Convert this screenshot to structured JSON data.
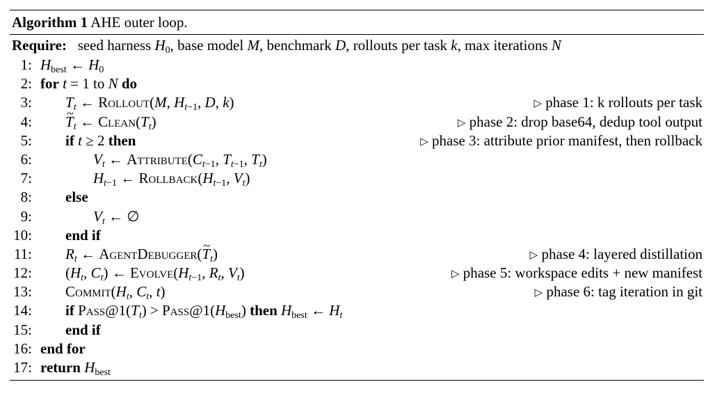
{
  "algorithm": {
    "label": "Algorithm 1",
    "title": "AHE outer loop.",
    "require_kw": "Require:",
    "require_text": "seed harness H0, base model M, benchmark D, rollouts per task k, max iterations N"
  },
  "lines": [
    {
      "num": "1:"
    },
    {
      "num": "2:"
    },
    {
      "num": "3:",
      "comment": "phase 1: k rollouts per task"
    },
    {
      "num": "4:",
      "comment": "phase 2: drop base64, dedup tool output"
    },
    {
      "num": "5:",
      "comment": "phase 3: attribute prior manifest, then rollback"
    },
    {
      "num": "6:"
    },
    {
      "num": "7:"
    },
    {
      "num": "8:"
    },
    {
      "num": "9:"
    },
    {
      "num": "10:"
    },
    {
      "num": "11:",
      "comment": "phase 4: layered distillation"
    },
    {
      "num": "12:",
      "comment": "phase 5: workspace edits + new manifest"
    },
    {
      "num": "13:",
      "comment": "phase 6: tag iteration in git"
    },
    {
      "num": "14:"
    },
    {
      "num": "15:"
    },
    {
      "num": "16:"
    },
    {
      "num": "17:"
    }
  ],
  "keywords": {
    "for": "for",
    "to": "to",
    "do": "do",
    "if": "if",
    "then": "then",
    "else": "else",
    "end_if": "end if",
    "end_for": "end for",
    "return": "return"
  },
  "functions": {
    "rollout": "Rollout",
    "clean": "Clean",
    "attribute": "Attribute",
    "rollback": "Rollback",
    "agent_debugger": "AgentDebugger",
    "evolve": "Evolve",
    "commit": "Commit",
    "pass1": "Pass@1"
  }
}
